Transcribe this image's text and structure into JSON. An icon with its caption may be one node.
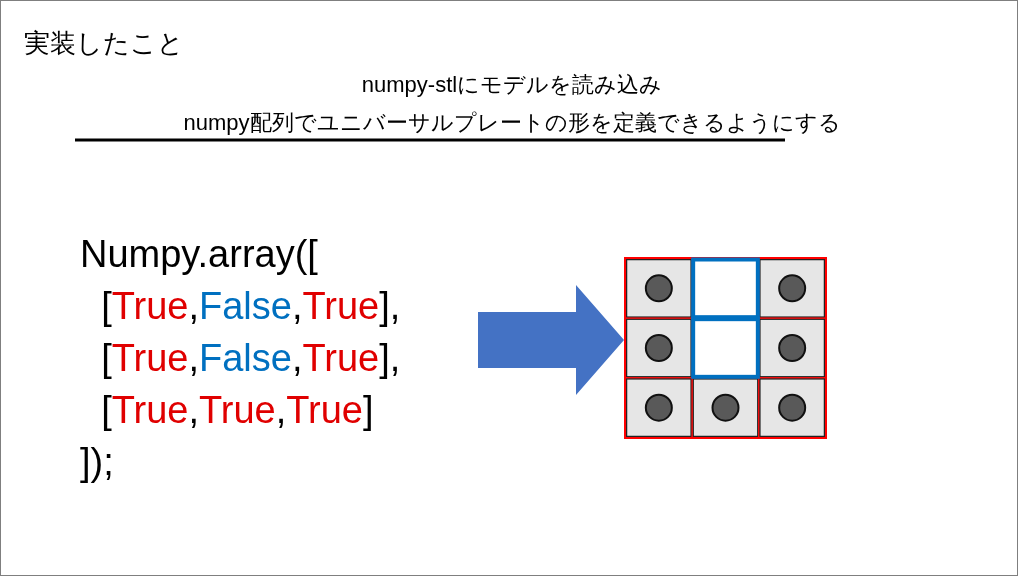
{
  "diagram": {
    "title": "実装したこと",
    "nodes": [
      {
        "text": [
          "Numpy.array([ [True,False,True], [True,False,True], [True,True,True] ]);"
        ]
      },
      {
        "text": [],
        "shape": "picture"
      }
    ],
    "edges": [
      {
        "from": 0,
        "to": 1,
        "arrow": "to",
        "style": "thick",
        "color": "#4472c4"
      }
    ],
    "labels": [
      "numpy-stlにモデルを読み込み",
      "numpy配列でユニバーサルプレートの形を定義できるようにする"
    ]
  }
}
